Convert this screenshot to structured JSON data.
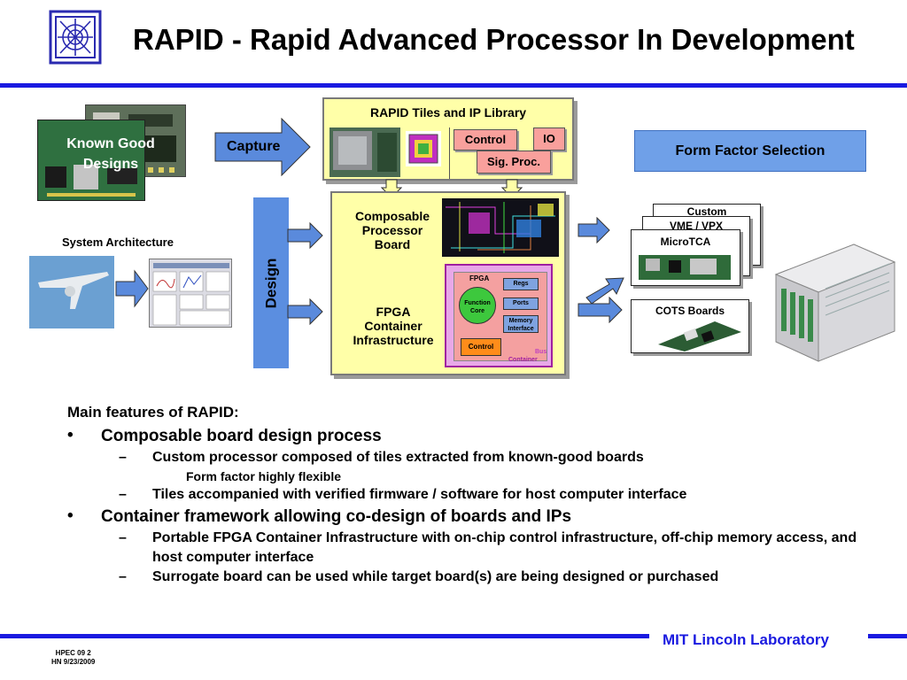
{
  "header": {
    "title": "RAPID - Rapid Advanced Processor In Development"
  },
  "left": {
    "known_good": "Known Good Designs",
    "capture": "Capture",
    "system_architecture": "System Architecture",
    "design": "Design"
  },
  "library": {
    "title": "RAPID Tiles and IP Library",
    "control": "Control",
    "io": "IO",
    "sig_proc": "Sig. Proc."
  },
  "board": {
    "composable_line1": "Composable",
    "composable_line2": "Processor",
    "composable_line3": "Board",
    "fpga_line1": "FPGA",
    "fpga_line2": "Container",
    "fpga_line3": "Infrastructure"
  },
  "container_detail": {
    "fpga": "FPGA",
    "regs": "Regs",
    "ports": "Ports",
    "function_line1": "Function",
    "function_line2": "Core",
    "memory_line1": "Memory",
    "memory_line2": "Interface",
    "control": "Control",
    "bus": "Bus",
    "container": "Container"
  },
  "form_factor": {
    "title": "Form Factor Selection",
    "custom": "Custom",
    "vme_vpx": "VME / VPX",
    "microtca": "MicroTCA",
    "cots": "COTS Boards"
  },
  "features": {
    "heading": "Main features of RAPID:",
    "items": [
      {
        "text": "Composable board design process",
        "subs": [
          {
            "text": "Custom processor composed of tiles extracted from known-good boards",
            "note": "Form factor highly flexible"
          },
          {
            "text": "Tiles accompanied with verified firmware / software for host computer interface"
          }
        ]
      },
      {
        "text": "Container framework allowing co-design of boards and IPs",
        "subs": [
          {
            "text": "Portable FPGA Container Infrastructure with on-chip control infrastructure, off-chip memory access, and host computer interface"
          },
          {
            "text": "Surrogate board can be used while target board(s) are being designed or purchased"
          }
        ]
      }
    ]
  },
  "footer": {
    "org": "MIT Lincoln Laboratory",
    "line1": "HPEC 09 2",
    "line2": "HN 9/23/2009"
  },
  "colors": {
    "rule_blue": "#1a1ae0",
    "arrow_blue": "#5a8adc",
    "box_yellow": "#ffffa8",
    "tag_red": "#f9a09c"
  }
}
